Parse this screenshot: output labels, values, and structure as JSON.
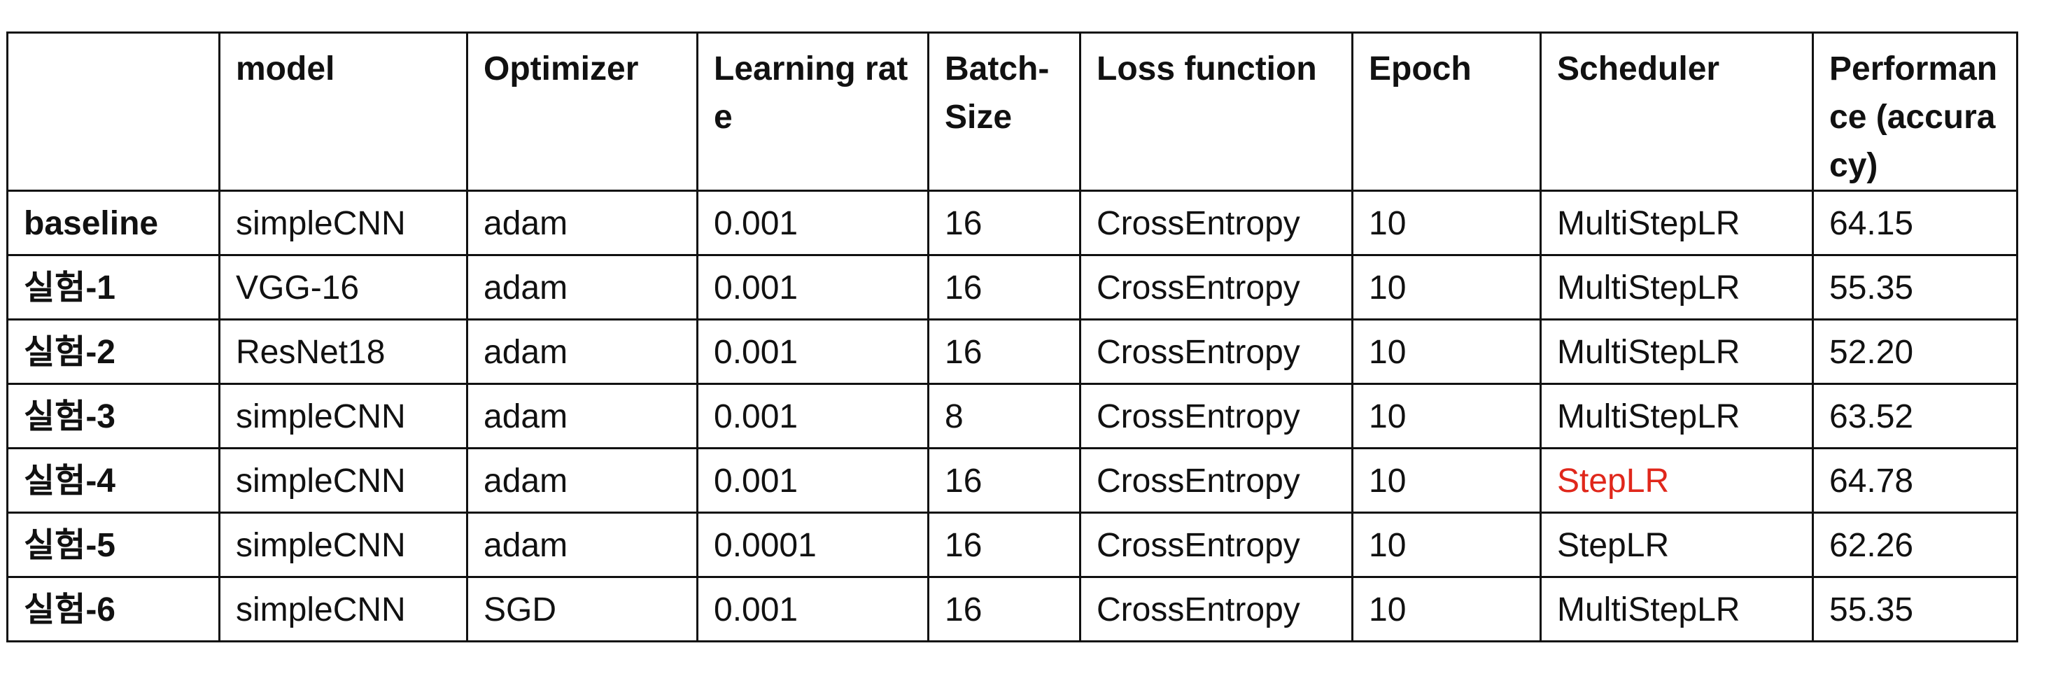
{
  "table": {
    "headers": [
      "",
      "model",
      "Optimizer",
      "Learning rate",
      "Batch-Size",
      "Loss function",
      "Epoch",
      "Scheduler",
      "Performance (accuracy)"
    ],
    "rows": [
      [
        "baseline",
        "simpleCNN",
        "adam",
        "0.001",
        "16",
        "CrossEntropy",
        "10",
        "MultiStepLR",
        "64.15"
      ],
      [
        "실험-1",
        "VGG-16",
        "adam",
        "0.001",
        "16",
        "CrossEntropy",
        "10",
        "MultiStepLR",
        "55.35"
      ],
      [
        "실험-2",
        "ResNet18",
        "adam",
        "0.001",
        "16",
        "CrossEntropy",
        "10",
        "MultiStepLR",
        "52.20"
      ],
      [
        "실험-3",
        "simpleCNN",
        "adam",
        "0.001",
        "8",
        "CrossEntropy",
        "10",
        "MultiStepLR",
        "63.52"
      ],
      [
        "실험-4",
        "simpleCNN",
        "adam",
        "0.001",
        "16",
        "CrossEntropy",
        "10",
        "StepLR",
        "64.78"
      ],
      [
        "실험-5",
        "simpleCNN",
        "adam",
        "0.0001",
        "16",
        "CrossEntropy",
        "10",
        "StepLR",
        "62.26"
      ],
      [
        "실험-6",
        "simpleCNN",
        "SGD",
        "0.001",
        "16",
        "CrossEntropy",
        "10",
        "MultiStepLR",
        "55.35"
      ]
    ],
    "highlight_color": "#e0271b"
  }
}
